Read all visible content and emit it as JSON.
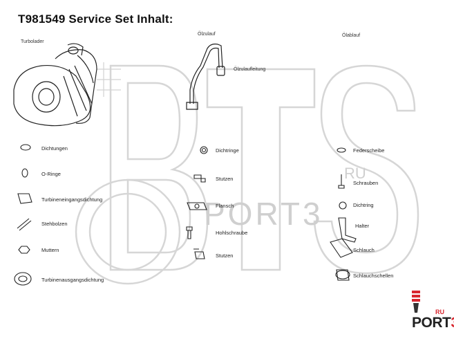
{
  "title": "T981549  Service Set Inhalt:",
  "headers": {
    "turbolader": "Turbolader",
    "oelzulauf": "Ölzulauf",
    "oelablauf": "Ölablauf",
    "oelzuleitung": "Ölzulaufleitung"
  },
  "parts_left": [
    "Dichtungen",
    "O-Ringe",
    "Turbineneingangsdichtung",
    "Stehbolzen",
    "Muttern",
    "Turbinenausgangsdichtung"
  ],
  "parts_center": [
    "Dichtringe",
    "Stutzen",
    "Flansch",
    "Hohlschraube",
    "Stutzen"
  ],
  "parts_right": [
    "Federscheibe",
    "Schrauben",
    "Dichtring",
    "Halter",
    "Schlauch",
    "Schlauchschellen"
  ],
  "watermark": {
    "big": "BTS",
    "mid": "PORT3",
    "ru": "RU"
  },
  "logo": {
    "text_main": "PORT",
    "text_accent": "3",
    "ru": "RU",
    "accent_color": "#d8262e"
  }
}
